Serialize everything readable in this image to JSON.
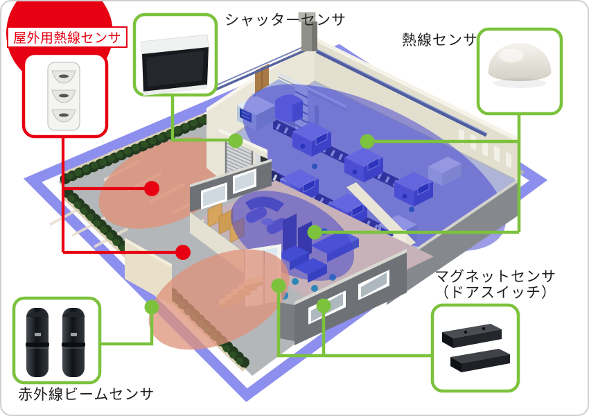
{
  "scene": {
    "kind": "security-sensor-placement-diagram",
    "building": "isometric warehouse and office with parking lot"
  },
  "callouts": {
    "outdoor_pir": {
      "label": "屋外用熱線センサ"
    },
    "shutter": {
      "label": "シャッターセンサ"
    },
    "pir": {
      "label": "熱線センサ"
    },
    "magnet": {
      "label1": "マグネットセンサ",
      "label2": "（ドアスイッチ）"
    },
    "beam": {
      "label": "赤外線ビームセンサ"
    }
  },
  "colors": {
    "accent_red": "#e60012",
    "accent_green": "#7cc23d",
    "perimeter_band": "#8d8fee",
    "indoor_coverage": "#3c3ccd",
    "outdoor_coverage": "#df927a"
  }
}
